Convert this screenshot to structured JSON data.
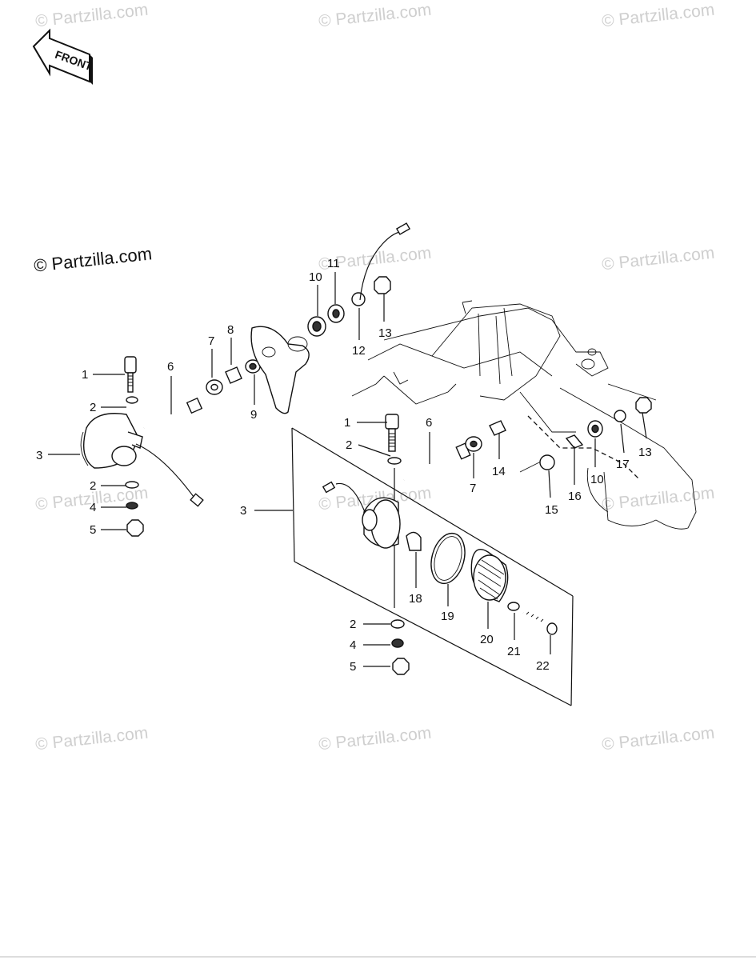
{
  "watermark_text": "© Partzilla.com",
  "front_badge": "FRONT",
  "callouts": {
    "c1a": "1",
    "c2a": "2",
    "c3a": "3",
    "c2b": "2",
    "c4a": "4",
    "c5a": "5",
    "c6a": "6",
    "c7a": "7",
    "c8a": "8",
    "c9a": "9",
    "c10a": "10",
    "c11a": "11",
    "c12a": "12",
    "c13a": "13",
    "c1b": "1",
    "c2c": "2",
    "c6b": "6",
    "c7b": "7",
    "c14": "14",
    "c3b": "3",
    "c15": "15",
    "c16": "16",
    "c10b": "10",
    "c17": "17",
    "c13b": "13",
    "c18": "18",
    "c19": "19",
    "c20": "20",
    "c21": "21",
    "c22": "22",
    "c2d": "2",
    "c4b": "4",
    "c5b": "5"
  }
}
